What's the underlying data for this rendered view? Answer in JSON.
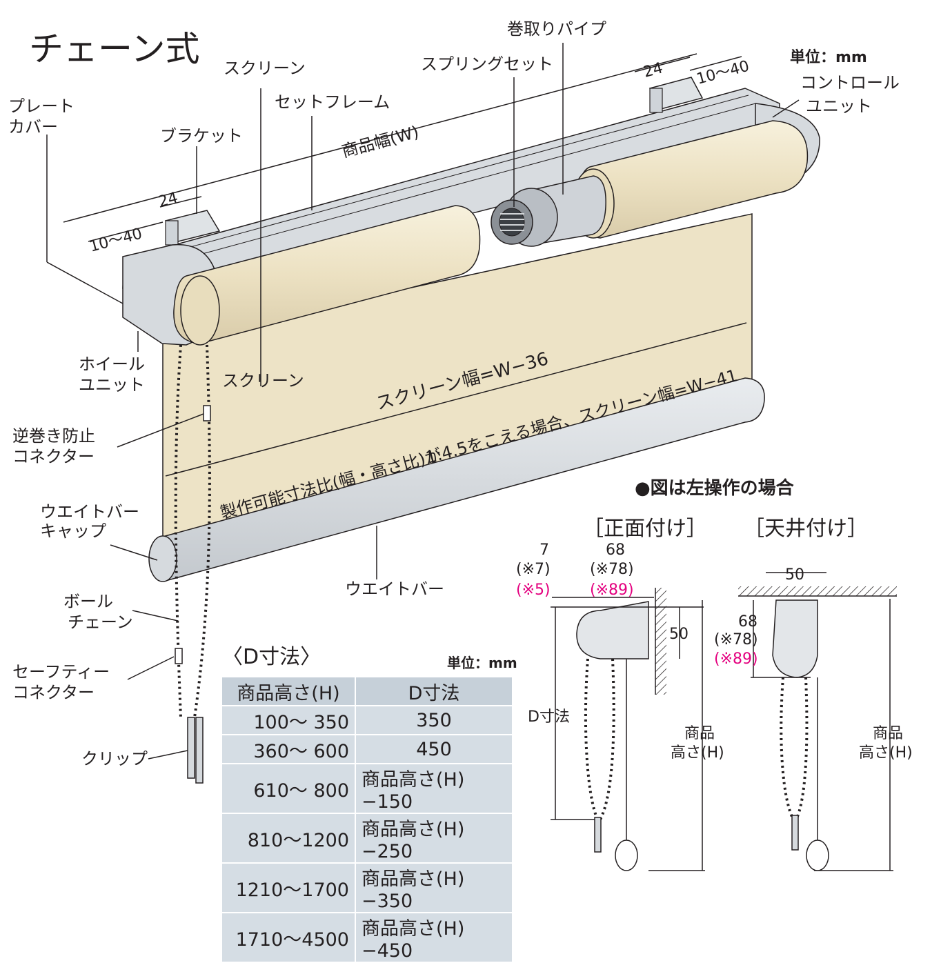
{
  "title": "チェーン式",
  "unit_top": "単位：mm",
  "labels": {
    "plate_cover": [
      "プレート",
      "カバー"
    ],
    "bracket": "ブラケット",
    "screen_top": "スクリーン",
    "set_frame": "セットフレーム",
    "spring_set": "スプリングセット",
    "take_up_pipe": "巻取りパイプ",
    "control_unit": [
      "コントロール",
      "ユニット"
    ],
    "wheel_unit": [
      "ホイール",
      "ユニット"
    ],
    "reverse_stop": [
      "逆巻き防止",
      "コネクター"
    ],
    "weight_bar_cap": [
      "ウエイトバー",
      "キャップ"
    ],
    "ball_chain": [
      "ボール",
      "チェーン"
    ],
    "safety_connector": [
      "セーフティー",
      "コネクター"
    ],
    "clip": "クリップ",
    "weight_bar": "ウエイトバー",
    "screen_mid": "スクリーン"
  },
  "dims": {
    "product_width": "商品幅(W)",
    "d24_left": "24",
    "d1040_left": "10～40",
    "d24_right": "24",
    "d1040_right": "10～40",
    "screen_width_1": "スクリーン幅=W−36",
    "screen_width_2": "1:4.5をこえる場合、スクリーン幅=W−41",
    "ratio_note": "製作可能寸法比(幅・高さ比)が"
  },
  "note": "●図は左操作の場合",
  "front_mount": {
    "title": "［正面付け］",
    "d7": "7",
    "d7_alt": "(※7)",
    "d5_alt": "(※5)",
    "d68": "68",
    "d78_alt": "(※78)",
    "d89_alt": "(※89)",
    "d50": "50",
    "d_label": "D寸法",
    "height_label": [
      "商品",
      "高さ(H)"
    ]
  },
  "ceiling_mount": {
    "title": "［天井付け］",
    "d50": "50",
    "d68": "68",
    "d78_alt": "(※78)",
    "d89_alt": "(※89)",
    "height_label": [
      "商品",
      "高さ(H)"
    ]
  },
  "d_table": {
    "title": "〈D寸法〉",
    "unit": "単位：mm",
    "headers": [
      "商品高さ(H)",
      "D寸法"
    ],
    "rows": [
      [
        "100～ 350",
        "350"
      ],
      [
        "360～ 600",
        "450"
      ],
      [
        "610～ 800",
        "商品高さ(H)−150"
      ],
      [
        "810～1200",
        "商品高さ(H)−250"
      ],
      [
        "1210～1700",
        "商品高さ(H)−350"
      ],
      [
        "1710～4500",
        "商品高さ(H)−450"
      ]
    ]
  },
  "colors": {
    "fabric": "#ede3c6",
    "frame": "#d8dce0",
    "accent_pink": "#e4007f",
    "table_cell": "#d5dde4"
  }
}
